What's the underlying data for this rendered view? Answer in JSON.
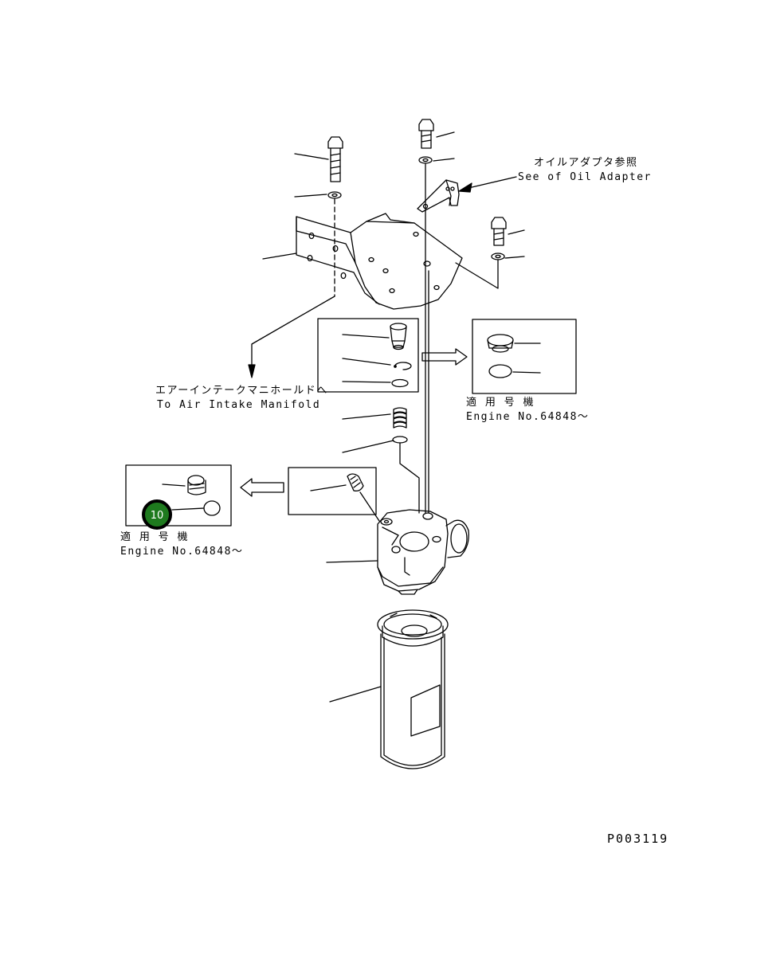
{
  "diagram": {
    "drawing_code": "P003119",
    "notes": {
      "oil_adapter_jp": "オイルアダプタ参照",
      "oil_adapter_en": "See of Oil Adapter",
      "intake_jp": "エアーインテークマニホールドへ",
      "intake_en": "To Air Intake Manifold",
      "applicable_right_jp": "適 用 号 機",
      "applicable_right_en": "Engine No.64848～",
      "applicable_left_jp": "適 用 号 機",
      "applicable_left_en": "Engine No.64848～"
    },
    "callout": {
      "label": "10",
      "fill": "#1e7a1e",
      "ring": "#000000",
      "text_color": "#ffffff"
    },
    "line_color": "#000000"
  }
}
